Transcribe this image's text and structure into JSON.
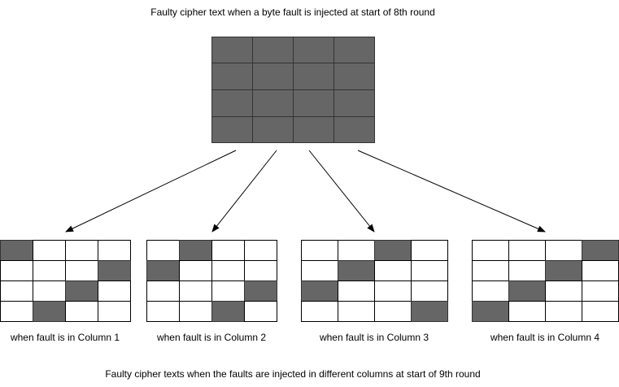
{
  "title": "Faulty cipher text when a byte fault is injected at start of 8th round",
  "footer": "Faulty cipher texts when the faults are injected in different columns at start of 9th round",
  "colors": {
    "faulty_cell": "#666666",
    "clean_cell": "#ffffff",
    "grid_line": "#333333",
    "arrow": "#000000"
  },
  "top_state": {
    "rows": 4,
    "cols": 4,
    "faulty_cells": [
      [
        1,
        1,
        1,
        1
      ],
      [
        1,
        1,
        1,
        1
      ],
      [
        1,
        1,
        1,
        1
      ],
      [
        1,
        1,
        1,
        1
      ]
    ]
  },
  "bottom_states": [
    {
      "caption": "when fault is in Column 1",
      "faulty_cells": [
        [
          1,
          0,
          0,
          0
        ],
        [
          0,
          0,
          0,
          1
        ],
        [
          0,
          0,
          1,
          0
        ],
        [
          0,
          1,
          0,
          0
        ]
      ]
    },
    {
      "caption": "when fault is in Column 2",
      "faulty_cells": [
        [
          0,
          1,
          0,
          0
        ],
        [
          1,
          0,
          0,
          0
        ],
        [
          0,
          0,
          0,
          1
        ],
        [
          0,
          0,
          1,
          0
        ]
      ]
    },
    {
      "caption": "when fault is in Column 3",
      "faulty_cells": [
        [
          0,
          0,
          1,
          0
        ],
        [
          0,
          1,
          0,
          0
        ],
        [
          1,
          0,
          0,
          0
        ],
        [
          0,
          0,
          0,
          1
        ]
      ]
    },
    {
      "caption": "when fault is in Column 4",
      "faulty_cells": [
        [
          0,
          0,
          0,
          1
        ],
        [
          0,
          0,
          1,
          0
        ],
        [
          0,
          1,
          0,
          0
        ],
        [
          1,
          0,
          0,
          0
        ]
      ]
    }
  ]
}
